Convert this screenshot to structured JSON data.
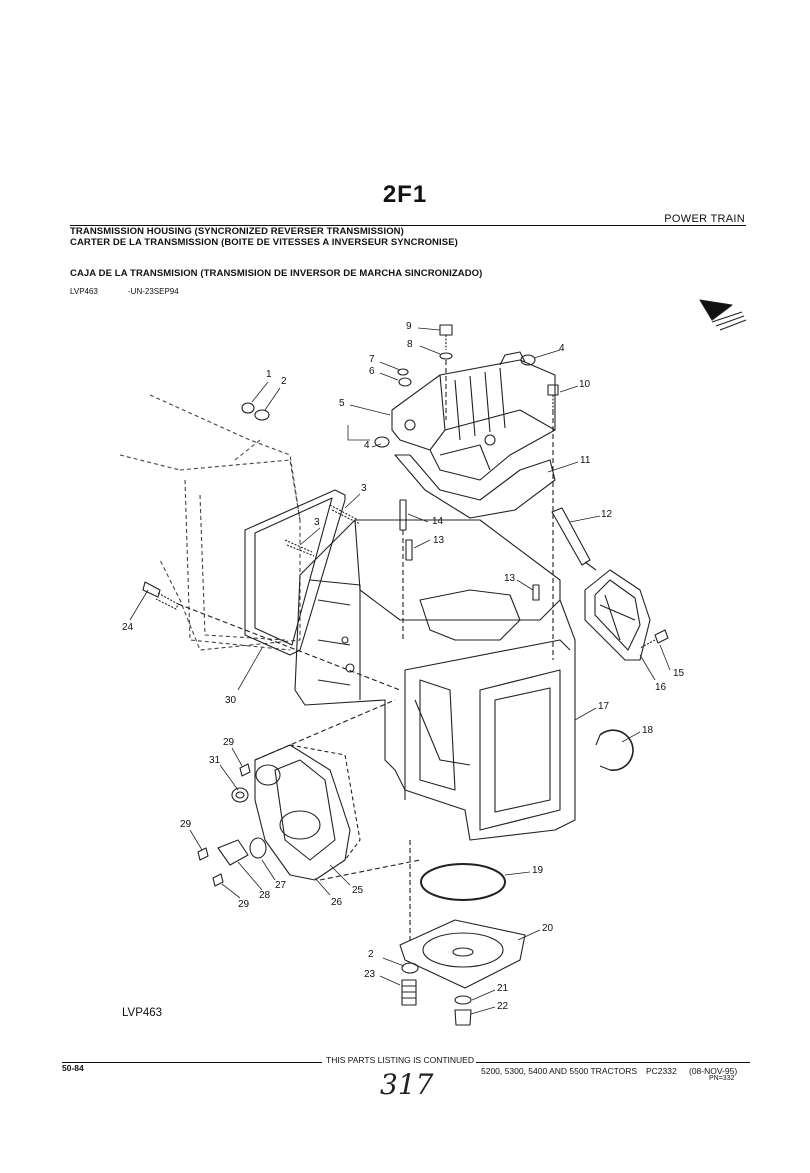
{
  "header": {
    "page_id": "2F1",
    "section": "POWER TRAIN",
    "title_en": "TRANSMISSION HOUSING (SYNCRONIZED REVERSER TRANSMISSION)",
    "title_fr": "CARTER DE LA TRANSMISSION (BOITE DE VITESSES A INVERSEUR SYNCRONISE)",
    "title_es": "CAJA DE LA TRANSMISION (TRANSMISION DE INVERSOR DE MARCHA SINCRONIZADO)",
    "ref_code": "LVP463",
    "ref_date": "-UN-23SEP94"
  },
  "diagram": {
    "callouts": [
      "1",
      "2",
      "3",
      "3",
      "4",
      "4",
      "5",
      "6",
      "7",
      "8",
      "9",
      "10",
      "11",
      "12",
      "13",
      "13",
      "14",
      "15",
      "16",
      "17",
      "18",
      "19",
      "20",
      "21",
      "22",
      "23",
      "24",
      "25",
      "26",
      "27",
      "28",
      "29",
      "29",
      "29",
      "30",
      "31",
      "2"
    ],
    "label": "LVP463"
  },
  "footer": {
    "page_number": "50-84",
    "continued_notice": "THIS PARTS LISTING IS CONTINUED",
    "models": "5200, 5300, 5400 AND 5500 TRACTORS",
    "catalog": "PC2332",
    "date": "(08-NOV-95)",
    "pn": "PN=332",
    "handwritten": "317"
  }
}
